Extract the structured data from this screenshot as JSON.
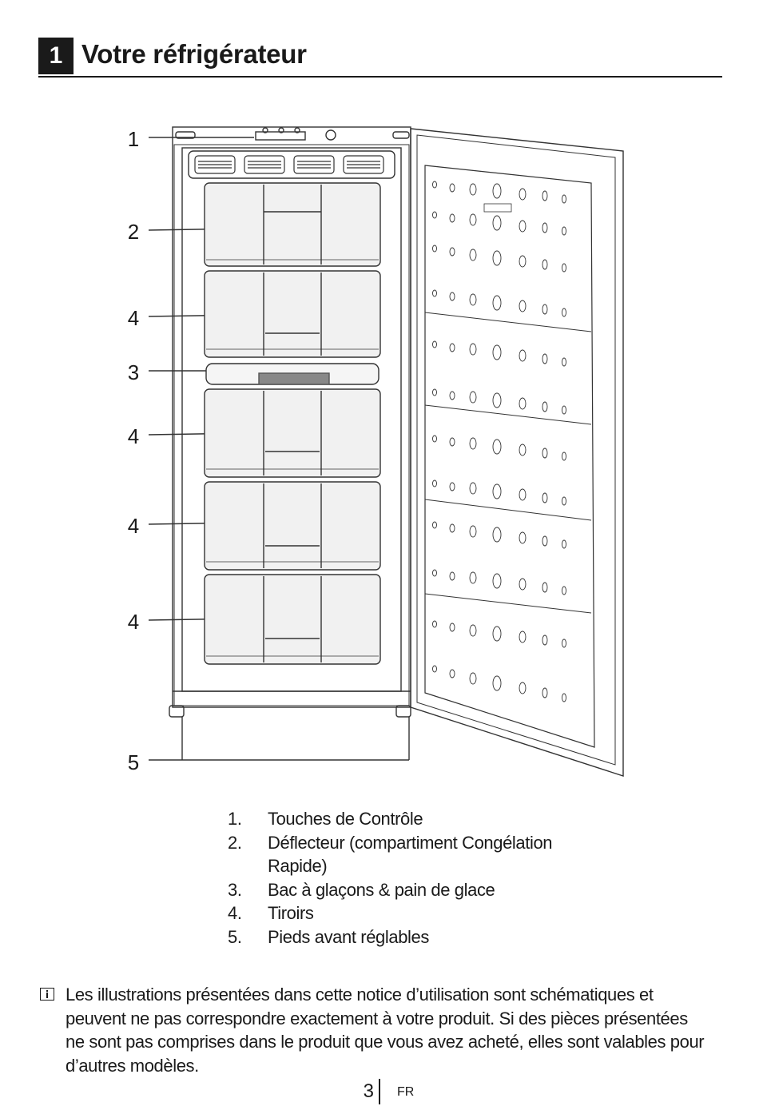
{
  "header": {
    "section_number": "1",
    "title": "Votre réfrigérateur"
  },
  "diagram": {
    "callouts": [
      "1",
      "2",
      "4",
      "3",
      "4",
      "4",
      "4",
      "5"
    ]
  },
  "legend": [
    {
      "num": "1.",
      "text": "Touches de Contrôle"
    },
    {
      "num": "2.",
      "text": "Déflecteur (compartiment Congélation Rapide)"
    },
    {
      "num": "3.",
      "text": "Bac à glaçons & pain de glace"
    },
    {
      "num": "4.",
      "text": "Tiroirs"
    },
    {
      "num": "5.",
      "text": "Pieds avant réglables"
    }
  ],
  "note": {
    "icon": "info-icon",
    "text": "Les illustrations présentées dans cette notice d’utilisation sont schématiques et peuvent ne pas correspondre exactement à votre produit. Si des pièces présentées ne sont pas comprises dans le produit que vous avez acheté, elles sont valables pour d’autres modèles."
  },
  "footer": {
    "page": "3",
    "lang": "FR"
  }
}
